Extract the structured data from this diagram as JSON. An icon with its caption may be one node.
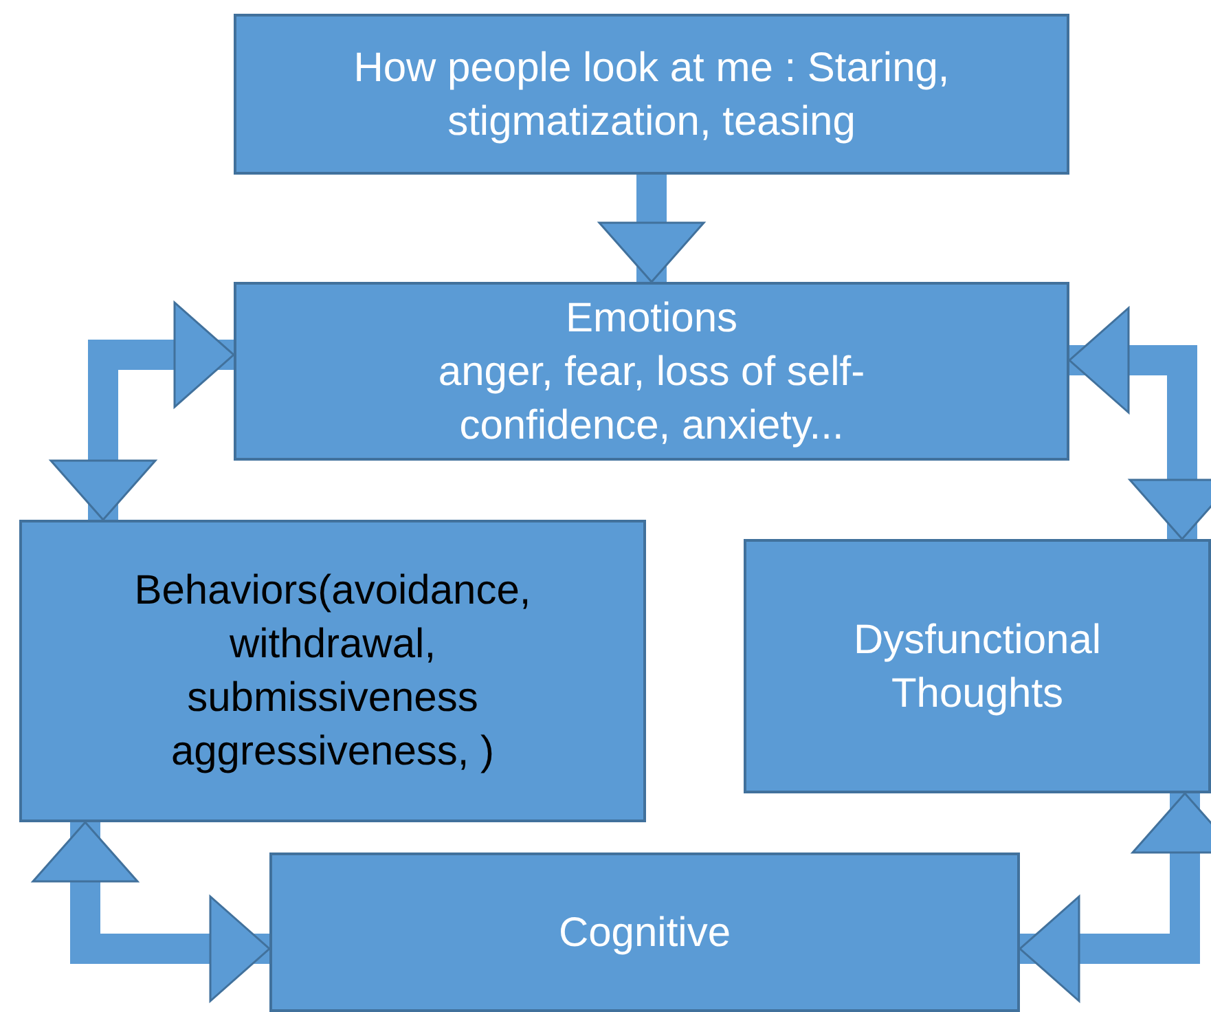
{
  "diagram": {
    "nodes": [
      {
        "text": [
          "How people look at me : Staring, stigmatization, teasing"
        ]
      },
      {
        "text": [
          "Emotions",
          "anger, fear, loss of self-confidence, anxiety..."
        ]
      },
      {
        "text": [
          "Behaviors(avoidance, withdrawal, submissiveness aggressiveness, )"
        ]
      },
      {
        "text": [
          "Dysfunctional Thoughts"
        ]
      },
      {
        "text": [
          "Cognitive"
        ]
      }
    ],
    "edges": [
      {
        "from": 0,
        "to": 1,
        "arrow": "to"
      },
      {
        "from": 1,
        "to": 2,
        "arrow": "both"
      },
      {
        "from": 1,
        "to": 3,
        "arrow": "both"
      },
      {
        "from": 2,
        "to": 4,
        "arrow": "both"
      },
      {
        "from": 3,
        "to": 4,
        "arrow": "both"
      }
    ]
  }
}
